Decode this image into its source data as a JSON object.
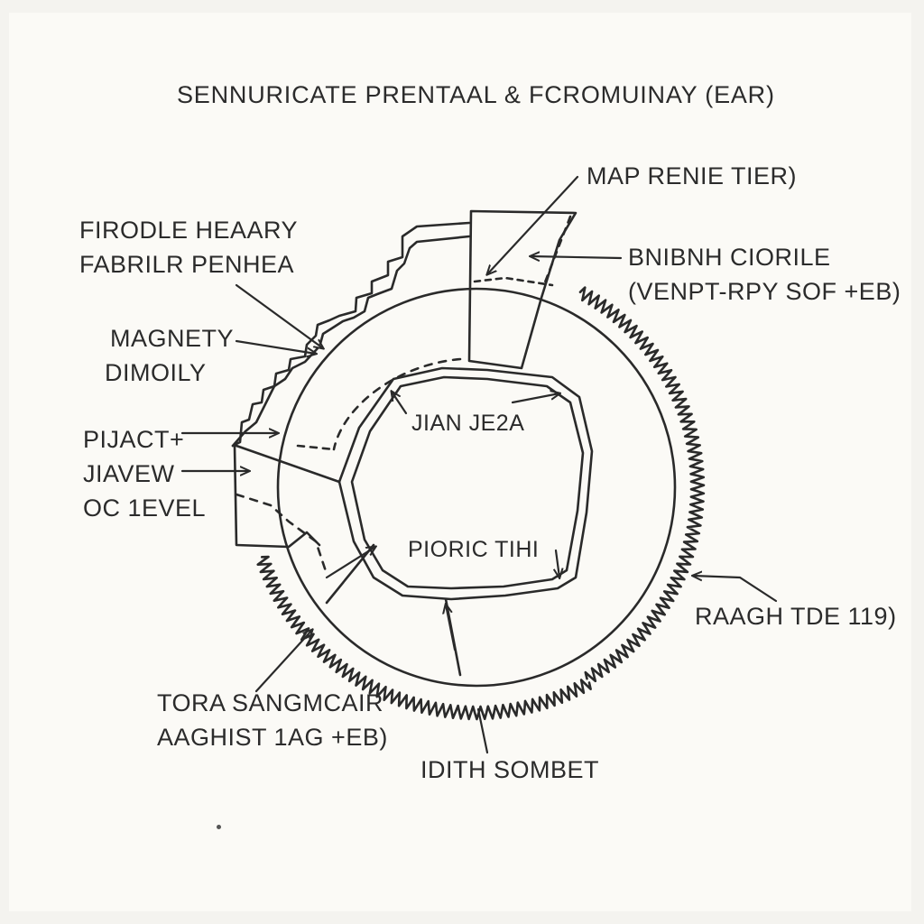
{
  "diagram": {
    "title": "SENNURICATE PRENTAAL & FCROMUINAY (EAR)",
    "labels": {
      "map_renie": "MAP RENIE TIER)",
      "firodle_line1": "FIRODLE HEAARY",
      "firodle_line2": "FABRILR PENHEA",
      "bnibnh_line1": "BNIBNH CIORILE",
      "bnibnh_line2": "(VENPT-RPY SOF +EB)",
      "magnety_line1": "MAGNETY",
      "magnety_line2": "DIMOILY",
      "pijact_line1": "PIJACT+",
      "pijact_line2": "JIAVEW",
      "pijact_line3": "OC 1EVEL",
      "jian_jeza": "JIAN JE2A",
      "pioric_tihi": "PIORIC TIHI",
      "raagh": "RAAGH TDE 119)",
      "tora_line1": "TORA SANGMCAIR",
      "tora_line2": "AAGHIST 1AG +EB)",
      "idith_sombet": "IDITH SOMBET"
    }
  },
  "colors": {
    "ink": "#2a2a2a",
    "paper": "#fbfaf6"
  }
}
